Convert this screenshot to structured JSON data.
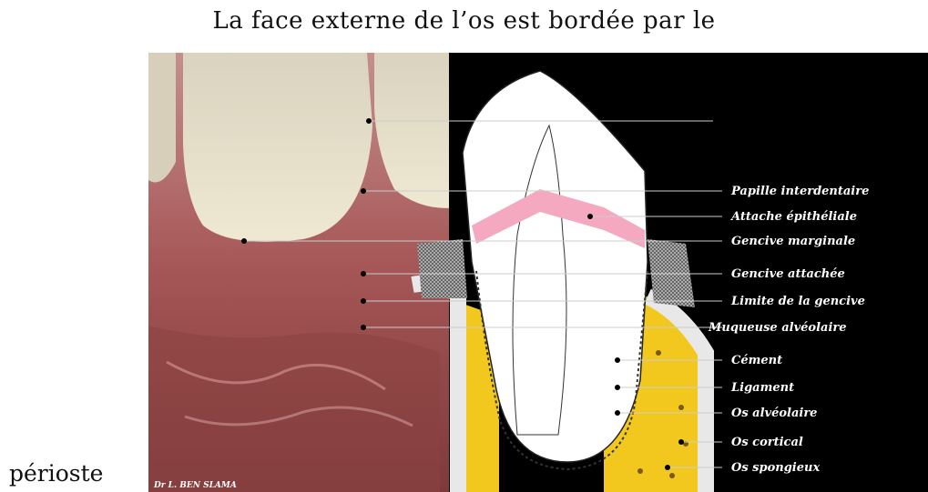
{
  "title": "La face externe de l’os est bordée par le",
  "caption": "périoste",
  "figure": {
    "credit": "Dr L. BEN SLAMA",
    "labels": [
      "Papille interdentaire",
      "Attache épithéliale",
      "Gencive marginale",
      "Gencive attachée",
      "Limite de la gencive",
      "Muqueuse alvéolaire",
      "Cément",
      "Ligament",
      "Os alvéolaire",
      "Os cortical",
      "Os spongieux"
    ]
  },
  "colors": {
    "background": "#000000",
    "gum": "#b5686a",
    "enamel": "#ffffff",
    "bone": "#f2c81e",
    "epithelial_attachment": "#f4a9c0",
    "label_text": "#ffffff"
  }
}
